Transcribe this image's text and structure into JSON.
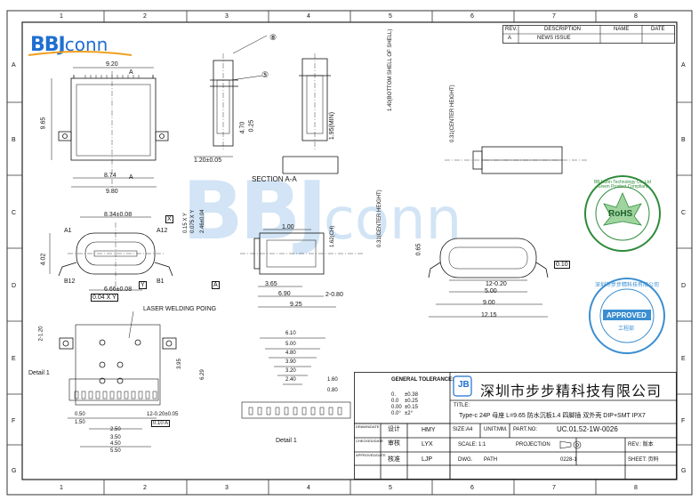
{
  "brand": {
    "logo_main": "BBJ",
    "logo_sub": "conn",
    "watermark_main": "BBJ",
    "watermark_sub": "conn"
  },
  "grid": {
    "cols": [
      "1",
      "2",
      "3",
      "4",
      "5",
      "6",
      "7",
      "8"
    ],
    "rows": [
      "A",
      "B",
      "C",
      "D",
      "E",
      "F",
      "G"
    ]
  },
  "revision": {
    "headers": {
      "rev": "REV.",
      "description": "DESCRIPTION",
      "name": "NAME",
      "date": "DATE"
    },
    "row": {
      "rev": "A",
      "description": "NEWS ISSUE",
      "name": "",
      "date": ""
    }
  },
  "top_view": {
    "dim_top": "9.20",
    "section_a": "A",
    "dim_height": "9.65",
    "dim_874": "8.74",
    "dim_980": "9.80",
    "section_a_bottom": "A"
  },
  "section": {
    "callout_8": "⑧",
    "callout_5": "⑤",
    "dim_025": "0.25",
    "dim_470": "4.70",
    "dim_120": "1.20±0.05",
    "dim_195": "1.95(MIN)",
    "label": "SECTION A-A"
  },
  "side_right": {
    "bottom_shell": "1.40(BOTTOM SHELL OF SHELL)",
    "center_height": "0.31(CENTER HEIGHT)"
  },
  "front_view": {
    "dim_834": "8.34±0.08",
    "box_x": "X",
    "dim_015": "0.15 X Y",
    "dim_0075": "0.075 X Y",
    "dim_246": "2.46±0.04",
    "a1": "A1",
    "a12": "A12",
    "b12": "B12",
    "b1": "B1",
    "dim_402": "4.02",
    "dim_666": "6.66±0.08",
    "tol": "0.04 X Y",
    "box_y": "Y",
    "box_a": "A"
  },
  "side_view": {
    "dim_100": "1.00",
    "dim_162": "1.62(CH)",
    "dim_031": "0.31(CENTER HEIGHT)",
    "dim_365": "3.65",
    "dim_690": "6.90",
    "dim_080": "2-0.80",
    "dim_925": "9.25"
  },
  "front_right": {
    "dim_065": "0.65",
    "dim_010": "0.10",
    "dim_12_020": "12-0.20",
    "dim_500": "5.00",
    "dim_900": "9.00",
    "dim_1215": "12.15"
  },
  "pcb": {
    "dim_120": "2-1.20",
    "laser": "LASER WELDING POING",
    "dim_395": "3.95",
    "dim_629": "6.29",
    "detail": "Detail 1",
    "dim_050": "0.50",
    "dim_150": "1.50",
    "dim_250": "2.50",
    "dim_350": "3.50",
    "dim_450": "4.50",
    "dim_550": "5.50",
    "dim_12_020": "12-0.20±0.05",
    "tol": "0.10 A"
  },
  "detail": {
    "dim_610": "6.10",
    "dim_500": "5.00",
    "dim_480": "4.80",
    "dim_390": "3.90",
    "dim_320": "3.20",
    "dim_240": "2.40",
    "dim_160": "1.60",
    "dim_080": "0.80",
    "label": "Detail 1"
  },
  "stamps": {
    "green_text": "BBJconn Technology Co.,Ltd Green Product Compliant",
    "green_center": "RoHS",
    "blue_text": "深圳市步步精科技有限公司",
    "blue_center": "APPROVED",
    "blue_sub": "工程部"
  },
  "title_block": {
    "tolerance_title": "GENERAL TOLERANCE:",
    "tol_rows": [
      [
        "0.",
        "±0.38"
      ],
      [
        "0.0",
        "±0.25"
      ],
      [
        "0.00",
        "±0.15"
      ],
      [
        "0.0°",
        "±2°"
      ]
    ],
    "company": "深圳市步步精科技有限公司",
    "title_label": "TITLE:",
    "title": "Type-c 24P 母座 L=9.65 防水沉板1.4 四脚插  双外壳 DIP+SMT IPX7",
    "drawn_label": "DRAWN/DATE",
    "drawn_cn": "设计",
    "drawn_name": "HMY",
    "checked_label": "CHECKED/DATE",
    "checked_cn": "审核",
    "checked_name": "LYX",
    "approved_label": "APPROVED/DATE",
    "approved_cn": "核准",
    "approved_name": "LJP",
    "size": "SIZE:A4",
    "unit": "UNIT:MM.",
    "part_label": "PART.NO:",
    "part_no": "UC.01.52-1W-0026",
    "scale": "SCALE: 1:1",
    "projection": "PROJECTION",
    "rev": "REV.: 版本",
    "dwg": "DWG.",
    "path": "PATH",
    "dwg_no": "0228-1",
    "sheet": "SHEET: 页码"
  }
}
